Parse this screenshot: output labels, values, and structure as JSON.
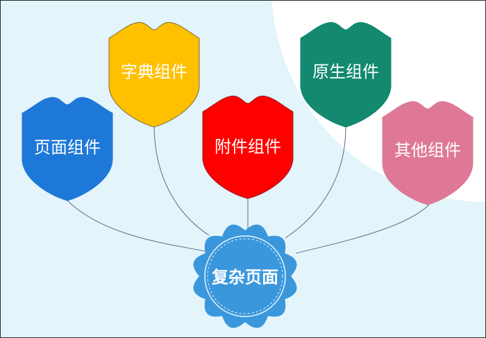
{
  "diagram": {
    "center": {
      "label": "复杂页面",
      "color": "#3a97dc",
      "text_color": "#ffffff"
    },
    "nodes": [
      {
        "label": "页面组件",
        "color": "#1e78d7",
        "text_color": "#ffffff"
      },
      {
        "label": "字典组件",
        "color": "#ffc000",
        "text_color": "#ffffff"
      },
      {
        "label": "附件组件",
        "color": "#ff0000",
        "text_color": "#ffffff"
      },
      {
        "label": "原生组件",
        "color": "#13896f",
        "text_color": "#ffffff"
      },
      {
        "label": "其他组件",
        "color": "#de7896",
        "text_color": "#ffffff"
      }
    ],
    "connector_color": "#5a6b88",
    "background_color": "#e3f4fb",
    "accent_shape_color": "#ffffff"
  }
}
